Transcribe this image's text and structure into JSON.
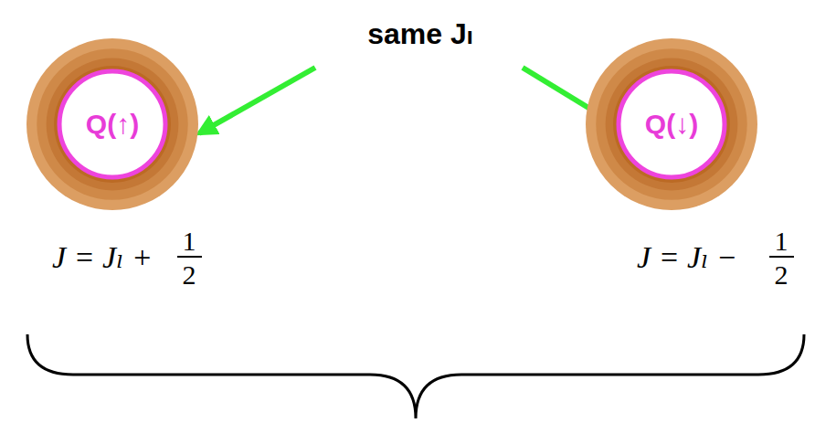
{
  "diagram": {
    "nodes": [
      {
        "text": [
          "Q(↑)"
        ]
      },
      {
        "text": [
          "Q(↓)"
        ]
      }
    ],
    "labels": [
      "same Jₗ",
      "J = Jₗ +",
      "1",
      "2",
      "J = Jₗ −",
      "1",
      "2"
    ]
  }
}
